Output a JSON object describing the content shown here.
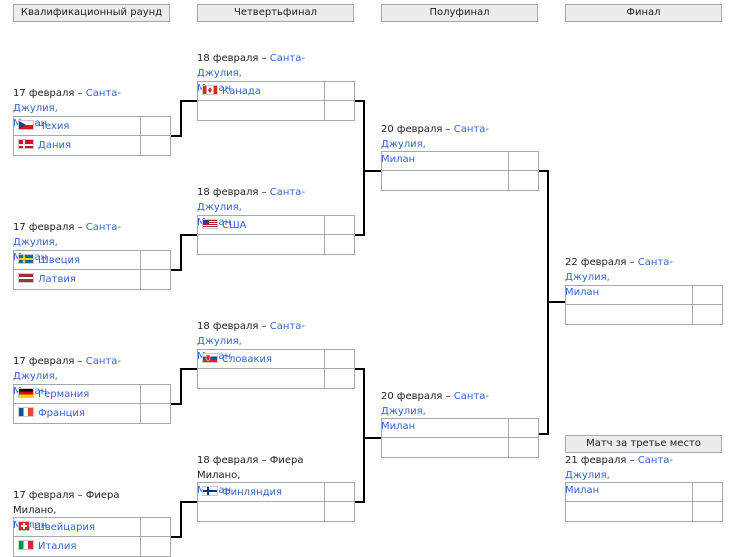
{
  "headers": {
    "qualification": "Квалификационный раунд",
    "quarterfinal": "Четвертьфинал",
    "semifinal": "Полуфинал",
    "final": "Финал",
    "third_place": "Матч за третье место"
  },
  "qualification": [
    {
      "date": "17 февраля –",
      "venue": "Санта-Джулия,",
      "city": "Милан",
      "team1": {
        "name": "Чехия",
        "flag": "cz-flag"
      },
      "team2": {
        "name": "Дания",
        "flag": "dk-flag"
      }
    },
    {
      "date": "17 февраля –",
      "venue": "Санта-Джулия,",
      "city": "Милан",
      "team1": {
        "name": "Швеция",
        "flag": "se-flag"
      },
      "team2": {
        "name": "Латвия",
        "flag": "lv-flag"
      }
    },
    {
      "date": "17 февраля –",
      "venue": "Санта-Джулия,",
      "city": "Милан",
      "team1": {
        "name": "Германия",
        "flag": "de-flag"
      },
      "team2": {
        "name": "Франция",
        "flag": "fr-flag"
      }
    },
    {
      "date": "17 февраля – Фиера Милано,",
      "venue": "",
      "city": "Милан",
      "team1": {
        "name": "Швейцария",
        "flag": "ch-flag"
      },
      "team2": {
        "name": "Италия",
        "flag": "it-flag"
      }
    }
  ],
  "quarterfinals": [
    {
      "date": "18 февраля –",
      "venue": "Санта-Джулия,",
      "city": "Милан",
      "team1": {
        "name": "Канада",
        "flag": "ca-flag"
      }
    },
    {
      "date": "18 февраля –",
      "venue": "Санта-Джулия,",
      "city": "Милан",
      "team1": {
        "name": "США",
        "flag": "us-flag"
      }
    },
    {
      "date": "18 февраля –",
      "venue": "Санта-Джулия,",
      "city": "Милан",
      "team1": {
        "name": "Словакия",
        "flag": "sk-flag"
      }
    },
    {
      "date": "18 февраля – Фиера Милано,",
      "venue": "",
      "city": "Милан",
      "team1": {
        "name": "Финляндия",
        "flag": "fi-flag"
      }
    }
  ],
  "semifinals": [
    {
      "date": "20 февраля –",
      "venue": "Санта-Джулия,",
      "city": "Милан"
    },
    {
      "date": "20 февраля –",
      "venue": "Санта-Джулия,",
      "city": "Милан"
    }
  ],
  "final": {
    "date": "22 февраля –",
    "venue": "Санта-Джулия,",
    "city": "Милан"
  },
  "third": {
    "date": "21 февраля –",
    "venue": "Санта-Джулия,",
    "city": "Милан"
  }
}
